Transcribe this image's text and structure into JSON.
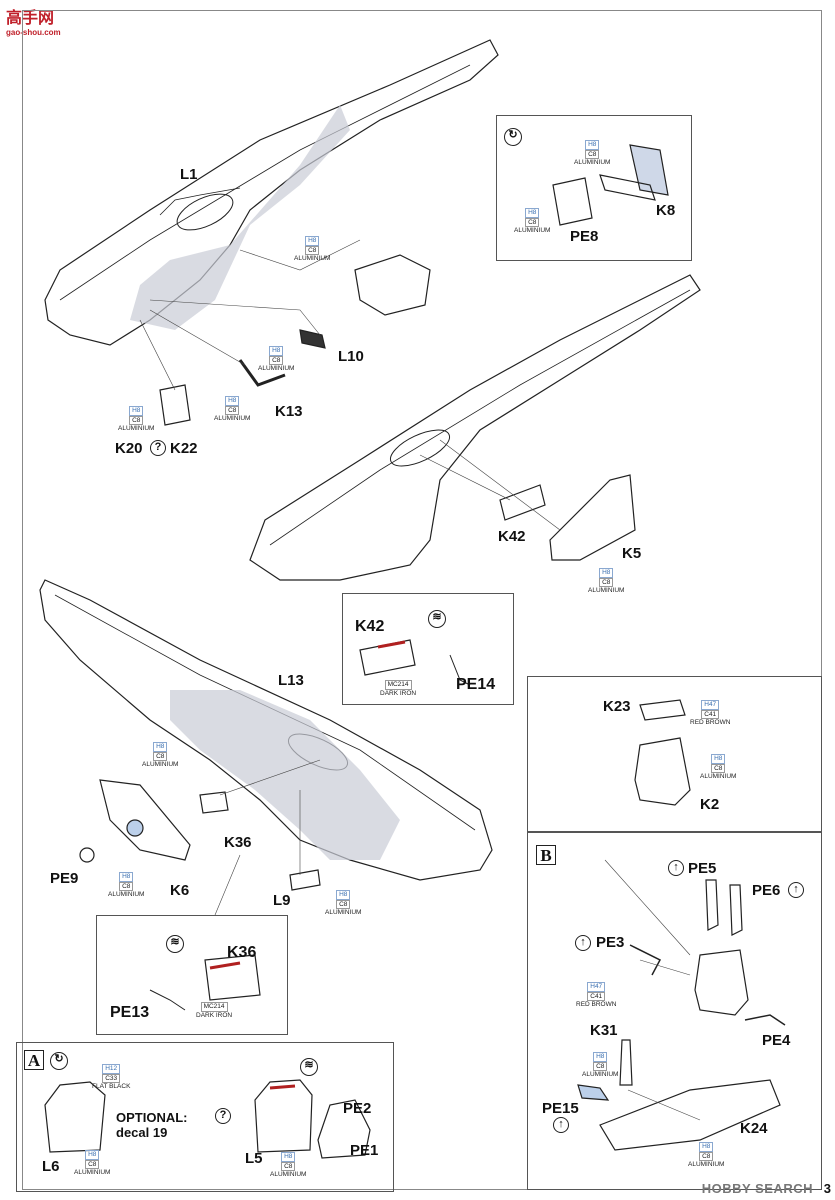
{
  "watermark_top": {
    "text": "高手网",
    "url": "gao-shou.com"
  },
  "watermark_bottom": "HOBBY SEARCH",
  "page_number": "3",
  "labels": {
    "L1": "L1",
    "L10": "L10",
    "K13": "K13",
    "K20": "K20",
    "K22": "K22",
    "K8": "K8",
    "PE8": "PE8",
    "K42": "K42",
    "K5": "K5",
    "K42_detail": "K42",
    "PE14": "PE14",
    "L13": "L13",
    "K23": "K23",
    "K2": "K2",
    "PE9": "PE9",
    "K6": "K6",
    "K36": "K36",
    "L9": "L9",
    "K36_detail": "K36",
    "PE13": "PE13",
    "PE5": "PE5",
    "PE6": "PE6",
    "PE3": "PE3",
    "K31": "K31",
    "PE4": "PE4",
    "PE15": "PE15",
    "K24": "K24",
    "L6": "L6",
    "L5": "L5",
    "PE2": "PE2",
    "PE1": "PE1"
  },
  "section_letters": {
    "A": "A",
    "B": "B"
  },
  "optional": {
    "title": "OPTIONAL:",
    "text": "decal 19"
  },
  "paints": {
    "aluminium": {
      "h": "H8",
      "c": "C8",
      "name": "ALUMINIUM"
    },
    "aluminium_k8": {
      "h": "H8",
      "c": "C8",
      "name": "ALUMINIUM"
    },
    "red_brown": {
      "h": "H47",
      "c": "C41",
      "name": "RED BROWN"
    },
    "dark_iron": {
      "c": "MC214",
      "name": "DARK IRON"
    },
    "flat_black": {
      "h": "H12",
      "c": "C33",
      "name": "FLAT BLACK"
    }
  }
}
